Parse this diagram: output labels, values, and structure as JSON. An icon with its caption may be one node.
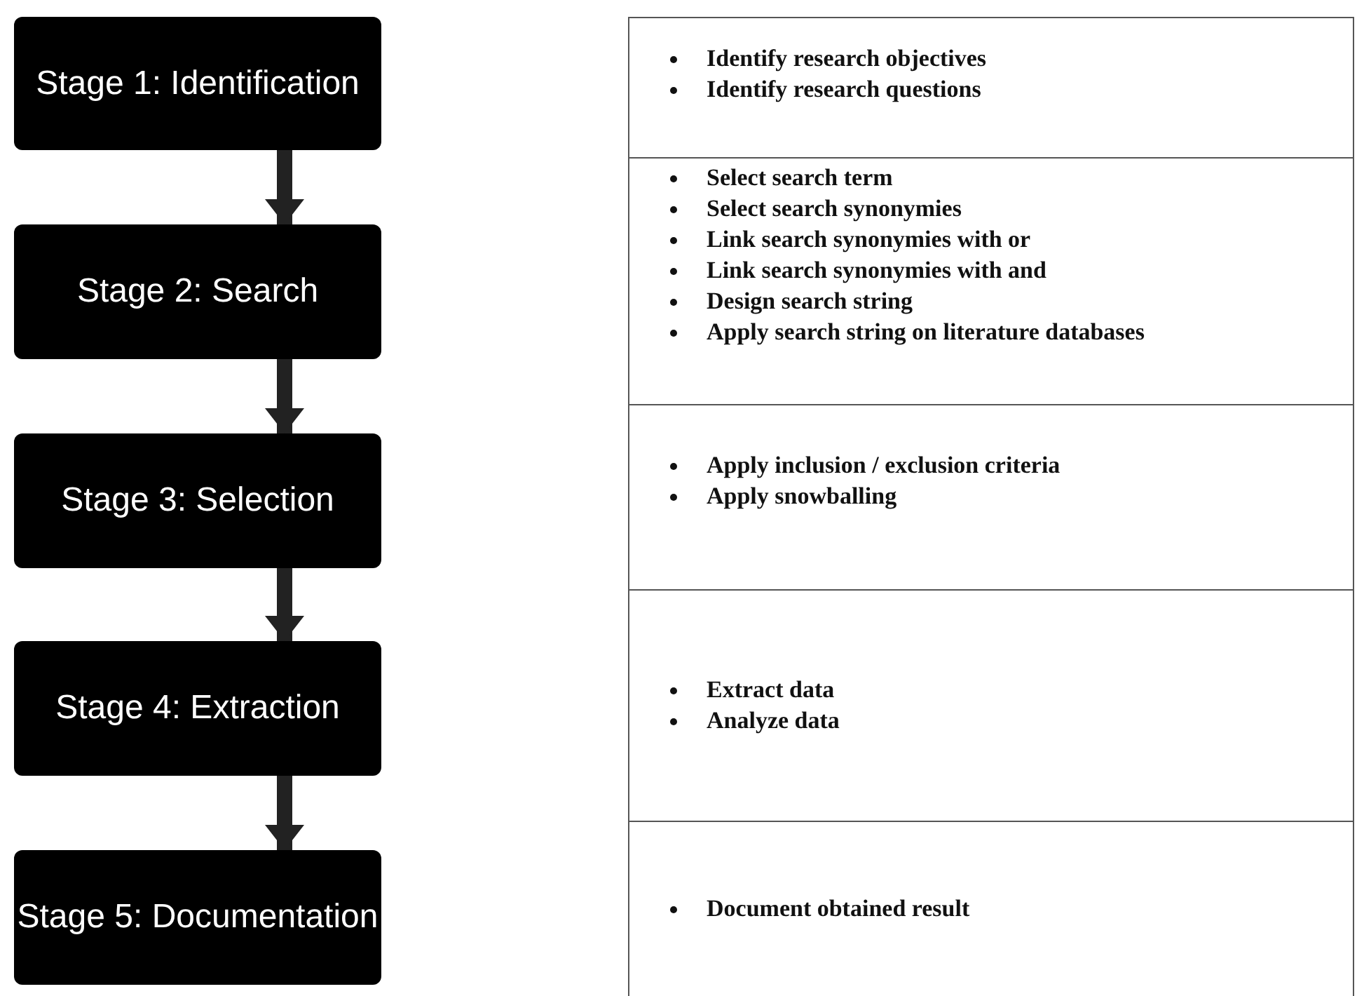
{
  "diagram": {
    "nodes": [
      {
        "text": [
          "Stage 1: Identification"
        ]
      },
      {
        "text": [
          "Stage 2: Search"
        ]
      },
      {
        "text": [
          "Stage 3: Selection"
        ]
      },
      {
        "text": [
          "Stage 4: Extraction"
        ]
      },
      {
        "text": [
          "Stage 5: Documentation"
        ]
      },
      {
        "text": [
          "Identify research objectives",
          "Identify research questions"
        ]
      },
      {
        "text": [
          "Select search term",
          "Select search synonymies",
          "Link search synonymies with or",
          "Link search synonymies with and",
          "Design search string",
          "Apply search string on literature databases"
        ]
      },
      {
        "text": [
          "Apply inclusion / exclusion criteria",
          "Apply snowballing"
        ]
      },
      {
        "text": [
          "Extract data",
          "Analyze data"
        ]
      },
      {
        "text": [
          "Document obtained result"
        ]
      }
    ],
    "edges": [
      {
        "from": 0,
        "to": 1,
        "arrow": "to"
      },
      {
        "from": 1,
        "to": 2,
        "arrow": "to"
      },
      {
        "from": 2,
        "to": 3,
        "arrow": "to"
      },
      {
        "from": 3,
        "to": 4,
        "arrow": "to"
      }
    ]
  }
}
